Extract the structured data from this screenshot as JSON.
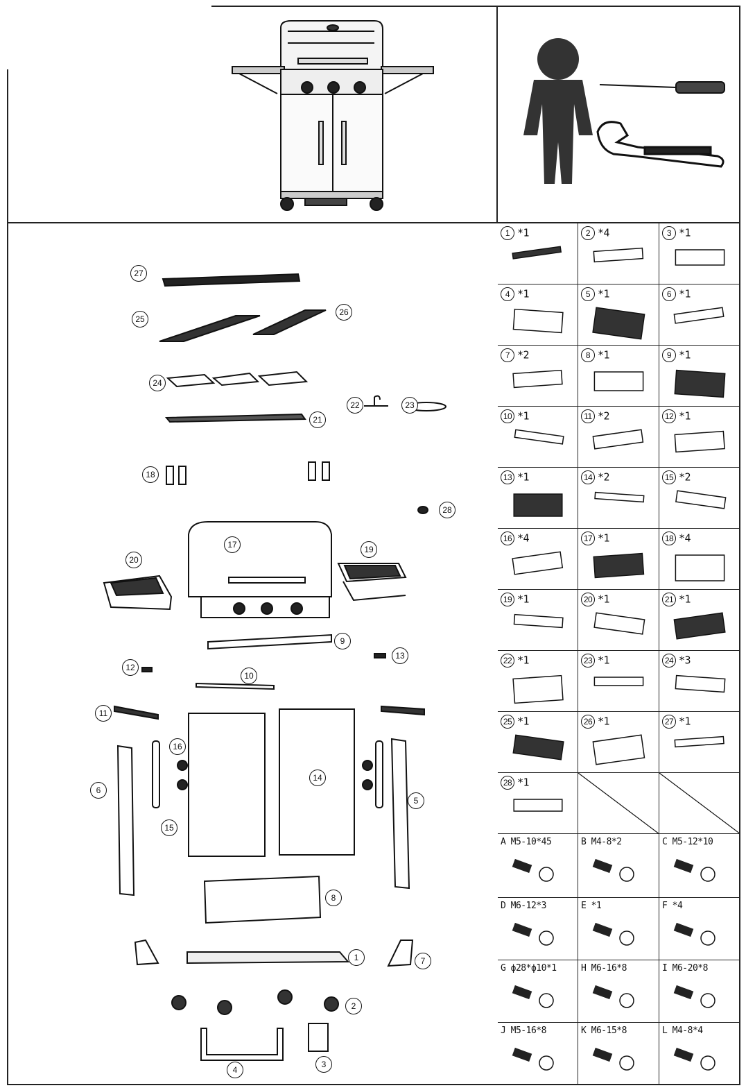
{
  "parts": [
    {
      "num": "1",
      "qty": "*1"
    },
    {
      "num": "2",
      "qty": "*4"
    },
    {
      "num": "3",
      "qty": "*1"
    },
    {
      "num": "4",
      "qty": "*1"
    },
    {
      "num": "5",
      "qty": "*1"
    },
    {
      "num": "6",
      "qty": "*1"
    },
    {
      "num": "7",
      "qty": "*2"
    },
    {
      "num": "8",
      "qty": "*1"
    },
    {
      "num": "9",
      "qty": "*1"
    },
    {
      "num": "10",
      "qty": "*1"
    },
    {
      "num": "11",
      "qty": "*2"
    },
    {
      "num": "12",
      "qty": "*1"
    },
    {
      "num": "13",
      "qty": "*1"
    },
    {
      "num": "14",
      "qty": "*2"
    },
    {
      "num": "15",
      "qty": "*2"
    },
    {
      "num": "16",
      "qty": "*4"
    },
    {
      "num": "17",
      "qty": "*1"
    },
    {
      "num": "18",
      "qty": "*4"
    },
    {
      "num": "19",
      "qty": "*1"
    },
    {
      "num": "20",
      "qty": "*1"
    },
    {
      "num": "21",
      "qty": "*1"
    },
    {
      "num": "22",
      "qty": "*1"
    },
    {
      "num": "23",
      "qty": "*1"
    },
    {
      "num": "24",
      "qty": "*3"
    },
    {
      "num": "25",
      "qty": "*1"
    },
    {
      "num": "26",
      "qty": "*1"
    },
    {
      "num": "27",
      "qty": "*1"
    },
    {
      "num": "28",
      "qty": "*1"
    }
  ],
  "hardware": [
    {
      "label": "A M5-10*45"
    },
    {
      "label": "B M4-8*2"
    },
    {
      "label": "C M5-12*10"
    },
    {
      "label": "D M6-12*3"
    },
    {
      "label": "E *1"
    },
    {
      "label": "F *4"
    },
    {
      "label": "G ϕ28*ϕ10*1"
    },
    {
      "label": "H M6-16*8"
    },
    {
      "label": "I M6-20*8"
    },
    {
      "label": "J M5-16*8"
    },
    {
      "label": "K M6-15*8"
    },
    {
      "label": "L M4-8*4"
    }
  ],
  "callouts": {
    "c27": "27",
    "c25": "25",
    "c26": "26",
    "c24": "24",
    "c22": "22",
    "c23": "23",
    "c21": "21",
    "c18": "18",
    "c28": "28",
    "c17": "17",
    "c20": "20",
    "c19": "19",
    "c9": "9",
    "c13": "13",
    "c12": "12",
    "c10": "10",
    "c11": "11",
    "c16": "16",
    "c6": "6",
    "c14": "14",
    "c5": "5",
    "c15": "15",
    "c8": "8",
    "c1": "1",
    "c7": "7",
    "c2": "2",
    "c3": "3",
    "c4": "4"
  }
}
